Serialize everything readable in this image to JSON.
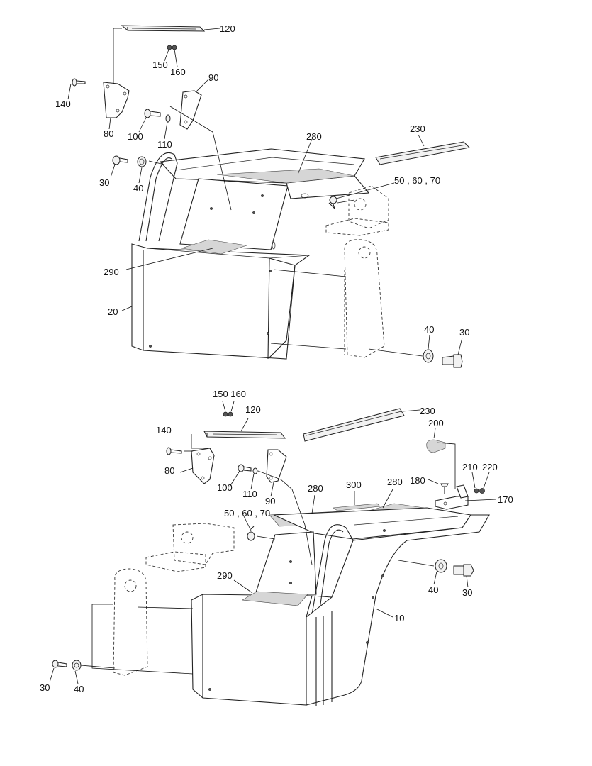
{
  "callouts": {
    "top": {
      "c120": "120",
      "c150": "150",
      "c160": "160",
      "c140": "140",
      "c80": "80",
      "c90": "90",
      "c100": "100",
      "c110": "110",
      "c280": "280",
      "c230": "230",
      "c30a": "30",
      "c40a": "40",
      "c506070": "50 , 60 , 70",
      "c290": "290",
      "c20": "20",
      "c40b": "40",
      "c30b": "30"
    },
    "bottom": {
      "c150160": "150 160",
      "c120": "120",
      "c230": "230",
      "c140": "140",
      "c200": "200",
      "c80": "80",
      "c100": "100",
      "c110": "110",
      "c90": "90",
      "c280a": "280",
      "c300": "300",
      "c280b": "280",
      "c180": "180",
      "c210": "210",
      "c220": "220",
      "c170": "170",
      "c506070": "50 , 60 , 70",
      "c290": "290",
      "c40a": "40",
      "c30a": "30",
      "c10": "10",
      "c30b": "30",
      "c40b": "40"
    }
  }
}
